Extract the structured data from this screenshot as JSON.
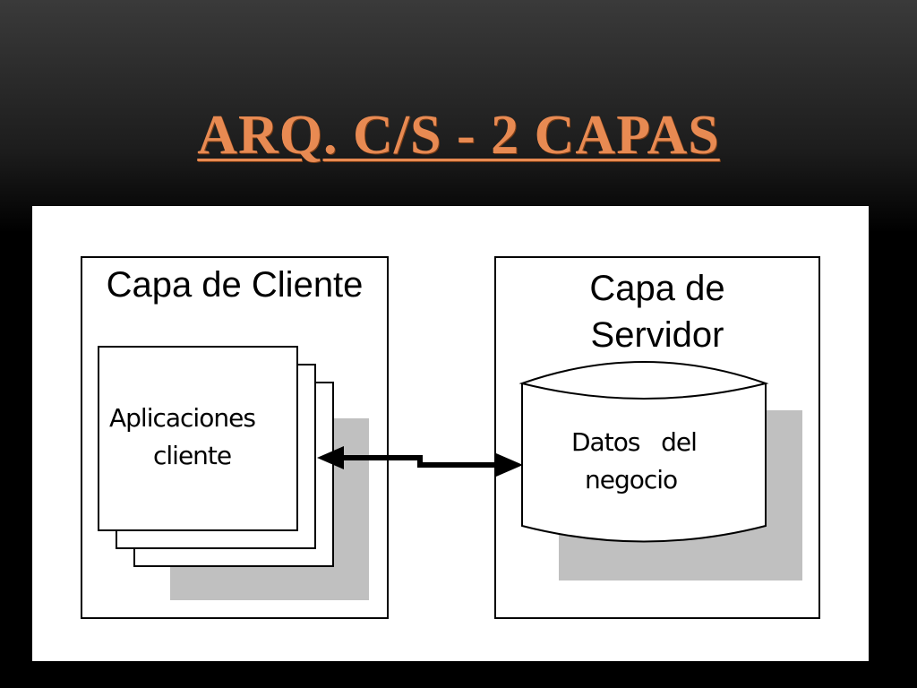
{
  "slide": {
    "title": "ARQ. C/S -  2 CAPAS"
  },
  "diagram": {
    "client_layer": {
      "title": "Capa de Cliente",
      "apps_label_line1": "Aplicaciones",
      "apps_label_line2": "cliente"
    },
    "server_layer": {
      "title_line1": "Capa de",
      "title_line2": "Servidor",
      "db_label_line1": "Datos   del",
      "db_label_line2": "negocio"
    },
    "connector": "bidirectional-arrow"
  },
  "colors": {
    "title": "#e88a52",
    "shadow": "#c0c0c0",
    "diagram_bg": "#ffffff",
    "line": "#000000"
  }
}
